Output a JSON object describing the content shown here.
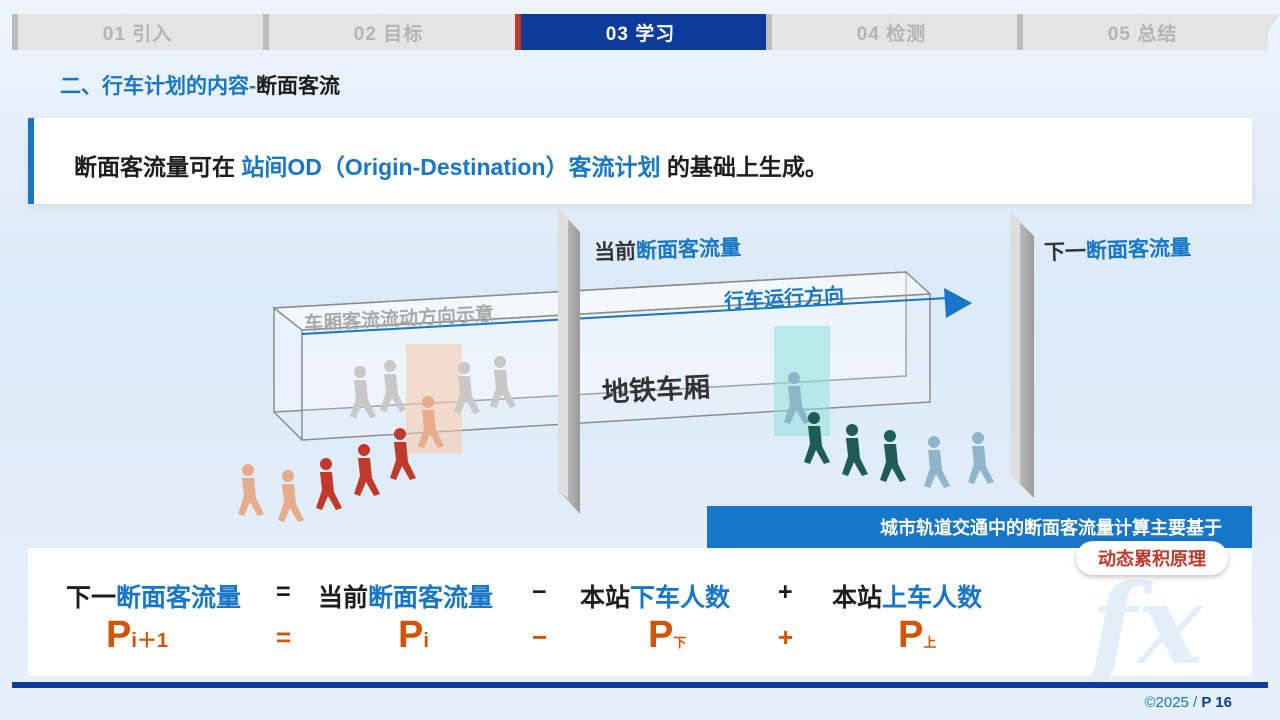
{
  "nav": {
    "tabs": [
      {
        "label": "01 引入",
        "active": false
      },
      {
        "label": "02 目标",
        "active": false
      },
      {
        "label": "03 学习",
        "active": true
      },
      {
        "label": "04 检测",
        "active": false
      },
      {
        "label": "05 总结",
        "active": false
      }
    ]
  },
  "section": {
    "title_main": "二、行车计划的内容-",
    "title_sub": "断面客流"
  },
  "intro": {
    "before": "断面客流量可在 ",
    "highlight": "站间OD（Origin-Destination）客流计划",
    "after": " 的基础上生成。"
  },
  "diagram": {
    "current_prefix": "当前",
    "current_highlight": "断面客流量",
    "next_prefix": "下一",
    "next_highlight": "断面客流量",
    "car_flow_label": "车厢客流流动方向示意",
    "direction_label": "行车运行方向",
    "car_label": "地铁车厢"
  },
  "banner": {
    "text": "城市轨道交通中的断面客流量计算主要基于",
    "pill": "动态累积原理"
  },
  "formula": {
    "term1_prefix": "下一",
    "term1_highlight": "断面客流量",
    "op_eq": "=",
    "term2_prefix": "当前",
    "term2_highlight": "断面客流量",
    "op_minus": "−",
    "term3_prefix": "本站",
    "term3_highlight": "下车人数",
    "op_plus": "+",
    "term4_prefix": "本站",
    "term4_highlight": "上车人数",
    "sym1_base": "P",
    "sym1_sub": "i＋1",
    "sym2_base": "P",
    "sym2_sub": "i",
    "sym3_base": "P",
    "sym3_sub": "下",
    "sym4_base": "P",
    "sym4_sub": "上",
    "watermark": "fx"
  },
  "footer": {
    "copyright": "©2025 / ",
    "page": "P 16"
  },
  "colors": {
    "accent": "#1776c8",
    "nav_active": "#0c3b9c",
    "symbol": "#d35400",
    "alighting": "#c0392b",
    "boarding": "#1f5c55"
  }
}
